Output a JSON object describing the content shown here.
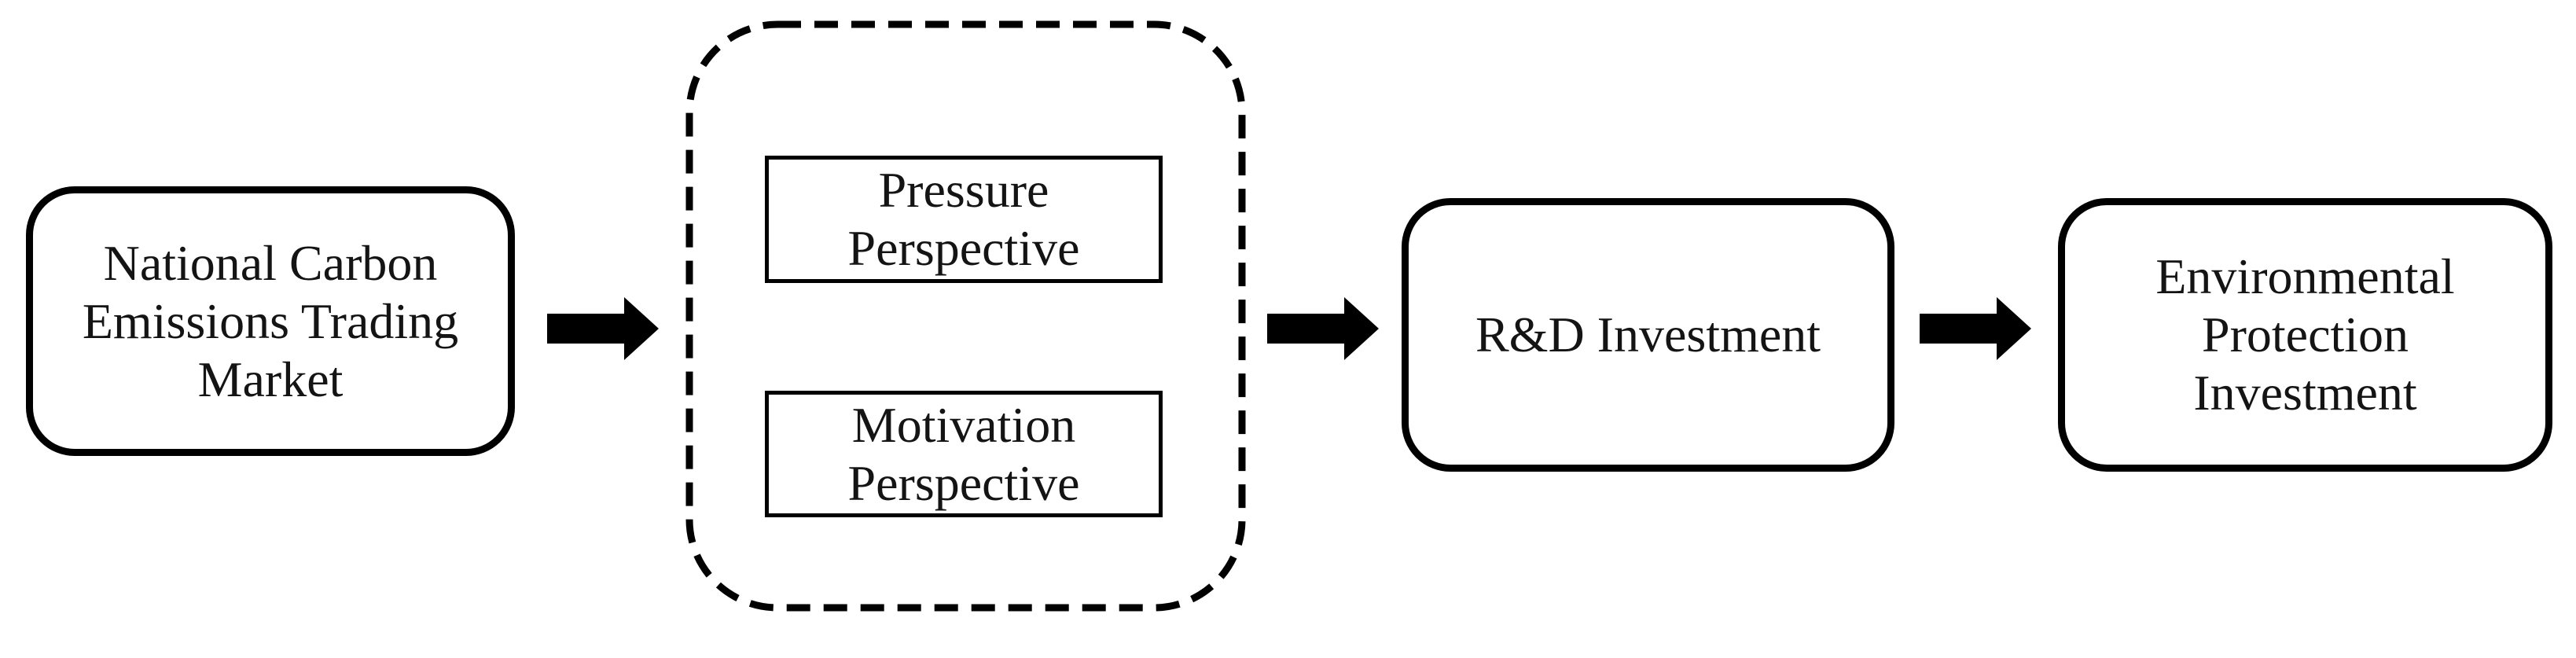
{
  "diagram": {
    "colors": {
      "stroke": "#000000",
      "background": "#ffffff",
      "text": "#141414"
    },
    "nodes": {
      "market": {
        "label": "National Carbon\nEmissions Trading\nMarket",
        "shape": "rounded-rect-solid"
      },
      "pressure": {
        "label": "Pressure\nPerspective",
        "shape": "rect-solid"
      },
      "motivation": {
        "label": "Motivation\nPerspective",
        "shape": "rect-solid"
      },
      "rd": {
        "label": "R&D Investment",
        "shape": "rounded-rect-solid"
      },
      "env": {
        "label": "Environmental\nProtection\nInvestment",
        "shape": "rounded-rect-solid"
      }
    },
    "groups": {
      "perspectives": {
        "shape": "rounded-rect-dashed",
        "children": [
          "pressure",
          "motivation"
        ]
      }
    },
    "edges": [
      {
        "from": "market",
        "to": "perspectives",
        "style": "block-arrow-right"
      },
      {
        "from": "perspectives",
        "to": "rd",
        "style": "block-arrow-right"
      },
      {
        "from": "rd",
        "to": "env",
        "style": "block-arrow-right"
      }
    ]
  }
}
